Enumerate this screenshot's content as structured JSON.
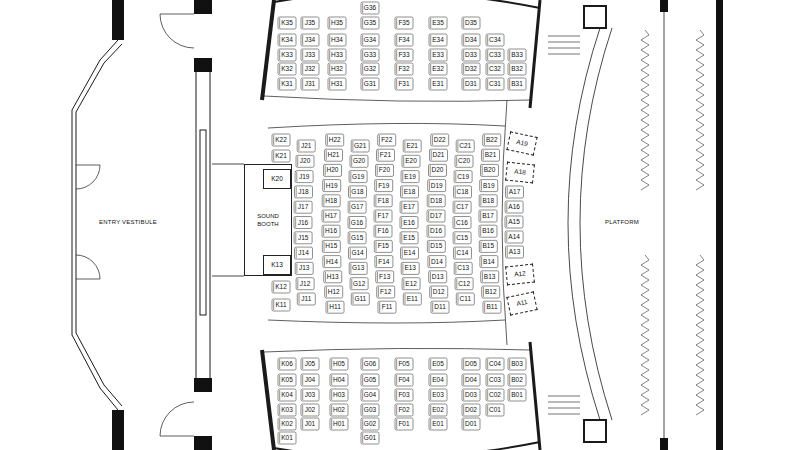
{
  "diagram": {
    "nodes": [
      {
        "text": [
          "SOUND BOOTH"
        ]
      },
      {
        "text": [
          "K20"
        ],
        "in": 0
      },
      {
        "text": [
          "K13"
        ],
        "in": 0
      },
      {
        "text": [
          "A19"
        ]
      },
      {
        "text": [
          "A18"
        ]
      },
      {
        "text": [
          "A12"
        ]
      },
      {
        "text": [
          "A11"
        ]
      }
    ],
    "labels": [
      "ENTRY VESTIBULE",
      "PLATFORM",
      "K35",
      "K34",
      "K33",
      "K32",
      "K31",
      "J35",
      "J34",
      "J33",
      "J32",
      "J31",
      "H35",
      "H34",
      "H33",
      "H32",
      "H31",
      "G36",
      "G35",
      "G34",
      "G33",
      "G32",
      "G31",
      "F35",
      "F34",
      "F33",
      "F32",
      "F31",
      "E35",
      "E34",
      "E33",
      "E32",
      "E31",
      "D35",
      "D34",
      "D33",
      "D32",
      "D31",
      "C34",
      "C33",
      "C32",
      "C31",
      "B33",
      "B32",
      "B31",
      "K22",
      "K21",
      "K12",
      "K11",
      "J21",
      "J20",
      "J19",
      "J18",
      "J17",
      "J16",
      "J15",
      "J14",
      "J13",
      "J12",
      "J11",
      "H22",
      "H21",
      "H20",
      "H19",
      "H18",
      "H17",
      "H16",
      "H15",
      "H14",
      "H13",
      "H12",
      "H11",
      "G21",
      "G20",
      "G19",
      "G18",
      "G17",
      "G16",
      "G15",
      "G14",
      "G13",
      "G12",
      "G11",
      "F22",
      "F21",
      "F20",
      "F19",
      "F18",
      "F17",
      "F16",
      "F15",
      "F14",
      "F13",
      "F12",
      "F11",
      "E21",
      "E20",
      "E19",
      "E18",
      "E17",
      "E16",
      "E15",
      "E14",
      "E13",
      "E12",
      "E11",
      "D22",
      "D21",
      "D20",
      "D19",
      "D18",
      "D17",
      "D16",
      "D15",
      "D14",
      "D13",
      "D12",
      "D11",
      "C21",
      "C20",
      "C19",
      "C18",
      "C17",
      "C16",
      "C15",
      "C14",
      "C13",
      "C12",
      "C11",
      "B22",
      "B21",
      "B20",
      "B19",
      "B18",
      "B17",
      "B16",
      "B15",
      "B14",
      "B13",
      "B12",
      "B11",
      "A17",
      "A16",
      "A15",
      "A14",
      "A13",
      "K06",
      "K05",
      "K04",
      "K03",
      "K02",
      "K01",
      "J05",
      "J04",
      "J03",
      "J02",
      "J01",
      "H05",
      "H04",
      "H03",
      "H02",
      "H01",
      "G06",
      "G05",
      "G04",
      "G03",
      "G02",
      "G01",
      "F05",
      "F04",
      "F03",
      "F02",
      "F01",
      "E05",
      "E04",
      "E03",
      "E02",
      "E01",
      "D05",
      "D04",
      "D03",
      "D02",
      "D01",
      "C04",
      "C03",
      "C02",
      "C01",
      "B03",
      "B02",
      "B01"
    ]
  }
}
